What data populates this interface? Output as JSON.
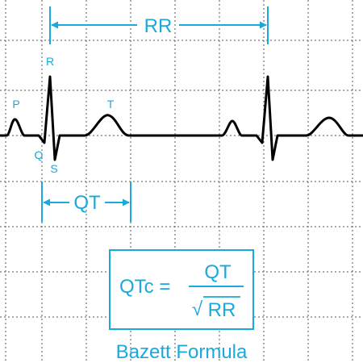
{
  "colors": {
    "accent": "#1ba8dc",
    "trace": "#000000",
    "grid": "#555555",
    "background": "#ffffff"
  },
  "waves": {
    "p": "P",
    "q": "Q",
    "r": "R",
    "s": "S",
    "t": "T"
  },
  "intervals": {
    "rr": "RR",
    "qt": "QT"
  },
  "formula": {
    "lhs": "QTc =",
    "numerator": "QT",
    "radical": "√",
    "denominator": "RR"
  },
  "caption": "Bazett Formula"
}
